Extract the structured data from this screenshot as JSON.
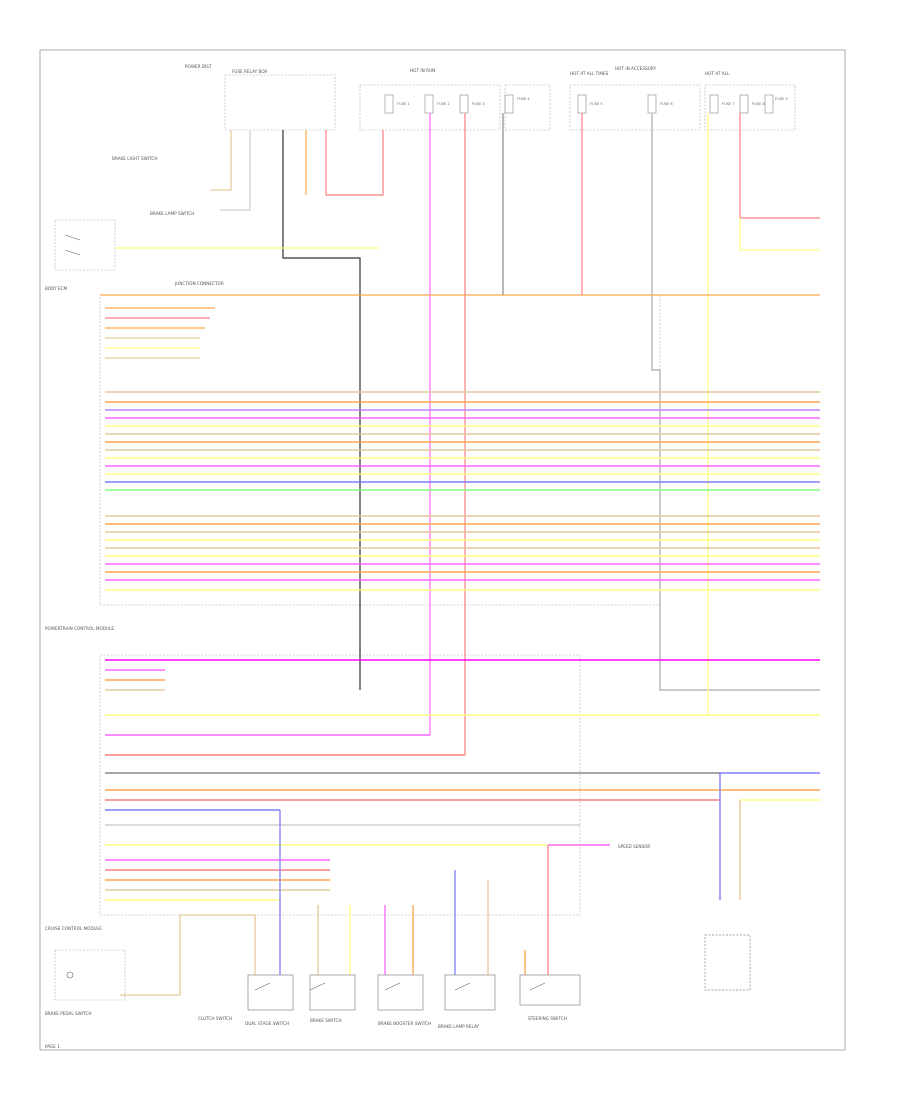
{
  "diagram": {
    "page_label": "PAGE 1",
    "components": [
      {
        "id": "power-dist",
        "label": "POWER DIST"
      },
      {
        "id": "fuse-relay",
        "label": "FUSE RELAY BOX"
      },
      {
        "id": "hot-run",
        "label": "HOT IN RUN"
      },
      {
        "id": "hot-at-all-times",
        "label": "HOT AT ALL TIMES"
      },
      {
        "id": "hot-accessory",
        "label": "HOT IN ACCESSORY"
      },
      {
        "id": "hot-at-all",
        "label": "HOT AT ALL"
      },
      {
        "id": "brake-light-switch",
        "label": "BRAKE LIGHT SWITCH"
      },
      {
        "id": "brake-lamp-switch",
        "label": "BRAKE LAMP SWITCH"
      },
      {
        "id": "junction-connector",
        "label": "JUNCTION CONNECTOR"
      },
      {
        "id": "body-ecm",
        "label": "BODY ECM"
      },
      {
        "id": "powertrain-control-module",
        "label": "POWERTRAIN CONTROL MODULE"
      },
      {
        "id": "cruise-control-module",
        "label": "CRUISE CONTROL MODULE"
      },
      {
        "id": "brake-pedal-switch",
        "label": "BRAKE PEDAL SWITCH"
      },
      {
        "id": "clutch-switch",
        "label": "CLUTCH SWITCH"
      },
      {
        "id": "dual-stage-switch",
        "label": "DUAL STAGE SWITCH"
      },
      {
        "id": "brake-switch",
        "label": "BRAKE SWITCH"
      },
      {
        "id": "brake-booster-switch",
        "label": "BRAKE BOOSTER SWITCH"
      },
      {
        "id": "brake-lamp-relay",
        "label": "BRAKE LAMP RELAY"
      },
      {
        "id": "steering-switch",
        "label": "STEERING SWITCH"
      },
      {
        "id": "speed-sensor",
        "label": "SPEED SENSOR"
      }
    ],
    "fuses": [
      "FUSE 1",
      "FUSE 2",
      "FUSE 3",
      "FUSE 4",
      "FUSE 5",
      "FUSE 6",
      "FUSE 7",
      "FUSE 8",
      "FUSE 9"
    ],
    "wire_colors": {
      "red": "#ff7f7f",
      "orange": "#ffa64d",
      "yellow": "#ffff80",
      "pink": "#ff66ff",
      "magenta": "#ff00ff",
      "blue": "#7f7fff",
      "green": "#80ff80",
      "violet": "#c080ff",
      "gray": "#808080",
      "black": "#333333",
      "tan": "#e6c99a",
      "white": "#d0d0d0"
    }
  }
}
